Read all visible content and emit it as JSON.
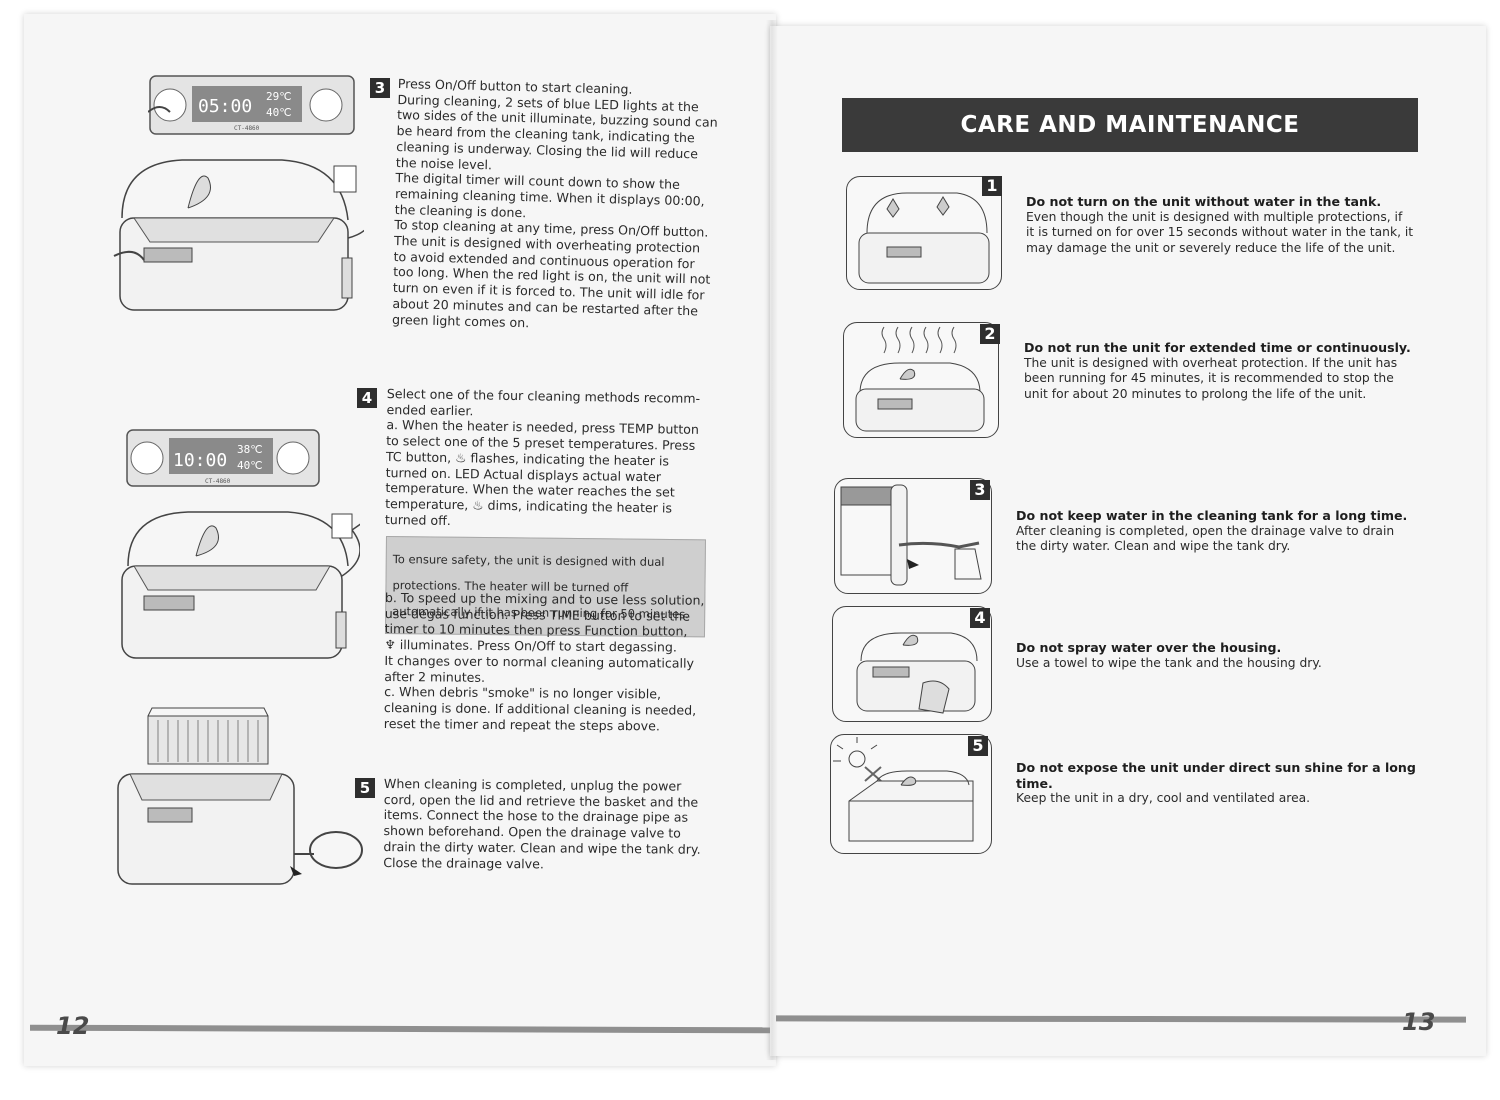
{
  "left_page": {
    "page_number": "12",
    "step3": {
      "num": "3",
      "lines": [
        "Press On/Off button to start cleaning.",
        "During cleaning, 2 sets of blue LED lights at the",
        "two sides of the unit illuminate, buzzing sound can",
        "be heard from the cleaning tank, indicating the",
        "cleaning is underway. Closing the lid will reduce",
        "the noise level.",
        "The digital timer will count down to show the",
        "remaining cleaning time. When it displays 00:00,",
        "the cleaning is done.",
        "To stop cleaning at any time, press On/Off button.",
        "The unit is designed with overheating protection",
        "to avoid extended and continuous operation for",
        "too long. When the red light is on, the unit will not",
        "turn on even if it is forced to. The unit will idle for",
        "about 20 minutes and can be restarted after the",
        "green light comes on."
      ],
      "display": {
        "time": "05:00",
        "temp_top": "29℃",
        "temp_bottom": "40℃",
        "model": "CT-4860"
      }
    },
    "step4": {
      "num": "4",
      "lines_a": [
        "Select one of the four cleaning methods recomm-",
        "ended earlier.",
        "a. When the heater is needed, press TEMP button",
        "to select one of the 5 preset temperatures. Press",
        "TC button, ♨ flashes, indicating the heater is",
        "turned on. LED Actual displays actual water",
        "temperature. When the water reaches the set",
        "temperature, ♨ dims, indicating the heater is",
        "turned off."
      ],
      "note": [
        "To ensure safety, the unit is designed with dual",
        "protections. The heater will be turned off",
        "automatically if it has been running for 50 minutes."
      ],
      "lines_b": [
        "b. To speed up the mixing and to use less solution,",
        "use degas function. Press TIME button to set the",
        "timer to 10 minutes then press Function button,",
        "♆ illuminates. Press On/Off to start degassing.",
        "It changes over to normal cleaning automatically",
        "after 2 minutes.",
        "c. When debris \"smoke\" is no longer visible,",
        "cleaning is done. If additional cleaning is needed,",
        "reset the timer and repeat the steps above."
      ],
      "display": {
        "time": "10:00",
        "temp_top": "38℃",
        "temp_bottom": "40℃",
        "model": "CT-4860"
      }
    },
    "step5": {
      "num": "5",
      "lines": [
        "When cleaning is completed, unplug the power",
        "cord, open the lid and retrieve the basket and the",
        "items. Connect the hose to the drainage pipe as",
        "shown beforehand. Open the drainage valve to",
        "drain the dirty water. Clean and wipe the tank dry.",
        "Close the drainage valve."
      ]
    }
  },
  "right_page": {
    "page_number": "13",
    "title": "CARE AND MAINTENANCE",
    "items": [
      {
        "num": "1",
        "heading": "Do not turn on the unit without water in the tank.",
        "lines": [
          "Even though the unit is designed with multiple protections, if",
          "it is turned on for over 15 seconds without water in the tank, it",
          "may damage the unit or severely reduce the life of the unit."
        ]
      },
      {
        "num": "2",
        "heading": "Do not run the unit for extended time or continuously.",
        "lines": [
          "The unit is designed with overheat protection. If the unit has",
          "been running for 45 minutes, it is recommended to stop the",
          "unit for about 20 minutes to prolong the life of the unit."
        ]
      },
      {
        "num": "3",
        "heading": "Do not keep water in the cleaning tank for a long time.",
        "lines": [
          "After cleaning is completed, open the drainage valve to drain",
          "the dirty water. Clean and wipe the tank dry."
        ]
      },
      {
        "num": "4",
        "heading": "Do not spray water over the housing.",
        "lines": [
          "Use a towel to wipe the tank and the housing dry."
        ]
      },
      {
        "num": "5",
        "heading": "Do not expose the unit under direct sun shine for a long time.",
        "lines": [
          "Keep the unit in a dry, cool and ventilated area."
        ]
      }
    ]
  }
}
